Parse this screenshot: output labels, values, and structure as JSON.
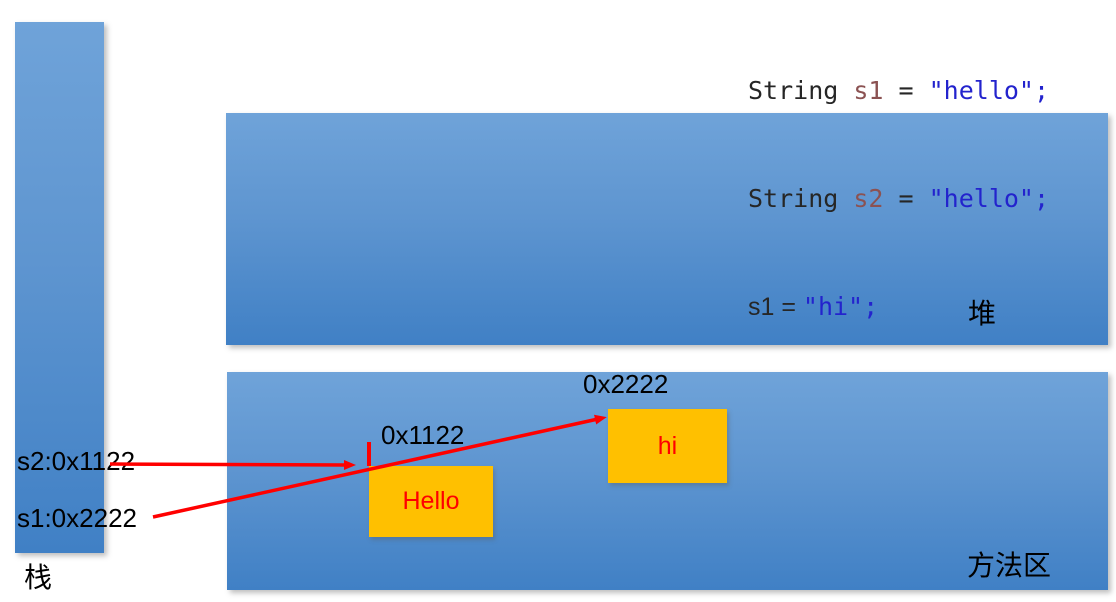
{
  "colors": {
    "region_top": "#6fa3d9",
    "region_bottom": "#4080c5",
    "value_box_fill": "#ffc000",
    "arrow_red": "#ff0000",
    "code_default": "#262626",
    "code_variable": "#8b5252",
    "code_string": "#2323cd",
    "label_black": "#000000",
    "box_text_red": "#ff0000"
  },
  "code": {
    "line1": {
      "kw": "String ",
      "variable": "s1",
      "op": " = ",
      "string": "\"hello\";"
    },
    "line2": {
      "kw": "String ",
      "variable": "s2",
      "op": " = ",
      "string": "\"hello\";"
    },
    "line3": {
      "plain": "s1 = ",
      "string": "\"hi\";"
    }
  },
  "stack": {
    "label": "栈",
    "entries": [
      {
        "text": "s2:0x1122"
      },
      {
        "text": "s1:0x2222"
      }
    ]
  },
  "heap": {
    "label": "堆"
  },
  "method_area": {
    "label": "方法区",
    "address_labels": [
      {
        "text": "0x1122"
      },
      {
        "text": "0x2222"
      }
    ],
    "string_boxes": [
      {
        "text": "Hello"
      },
      {
        "text": "hi"
      }
    ]
  }
}
